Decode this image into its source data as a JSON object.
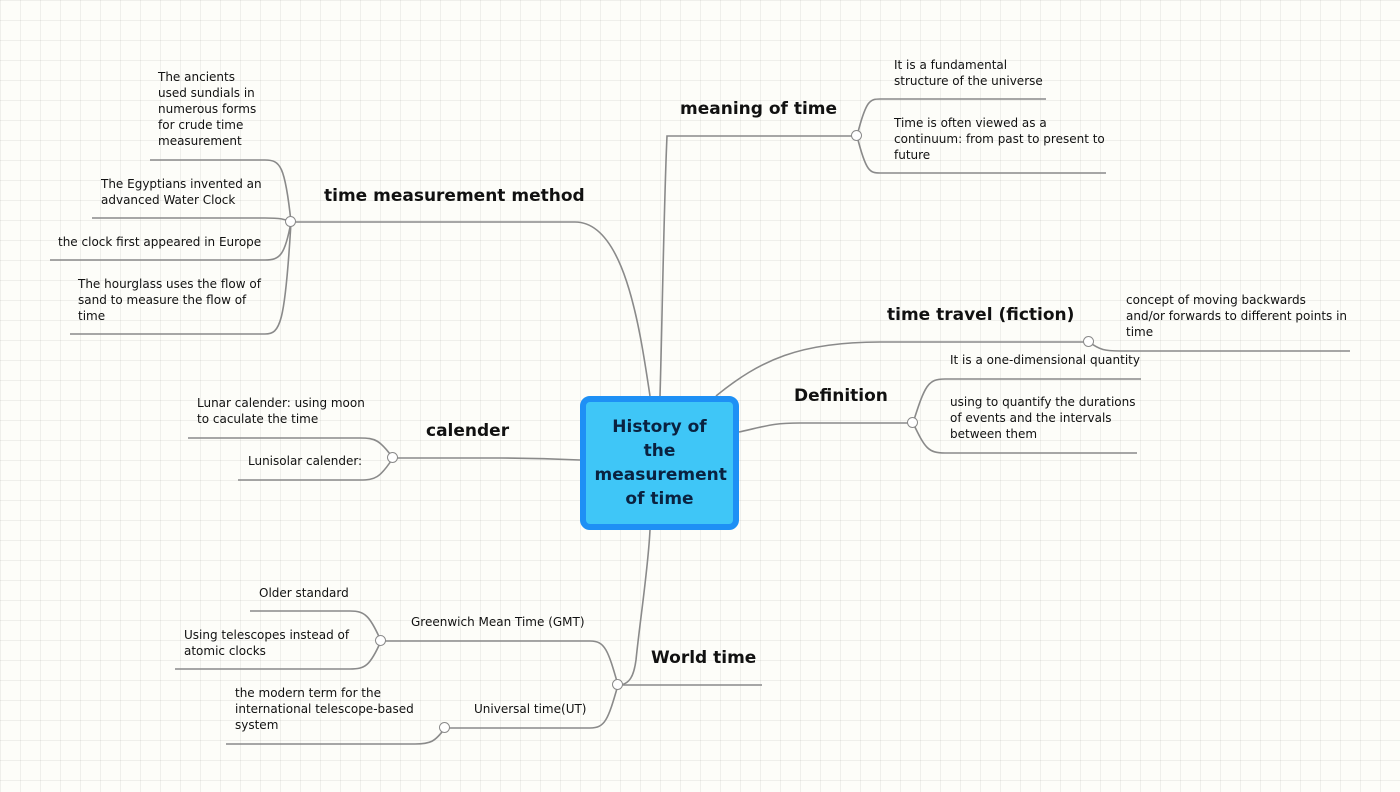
{
  "central": "History of the measurement of time",
  "colors": {
    "line": "#8a8a8a",
    "central_fill": "#3fc6f7",
    "central_border": "#1e90f5"
  },
  "branches": {
    "meaning": {
      "label": "meaning of time",
      "items": [
        "It is a fundamental\nstructure of the universe",
        "Time is often viewed as a\ncontinuum: from past to present to\nfuture"
      ]
    },
    "method": {
      "label": "time measurement method",
      "items": [
        "The ancients\nused sundials in\nnumerous forms\nfor crude time\nmeasurement",
        "The Egyptians invented an\nadvanced Water Clock",
        "the clock first appeared in Europe",
        "The hourglass uses the flow of\nsand to measure the flow of\ntime"
      ]
    },
    "travel": {
      "label": "time travel (fiction)",
      "items": [
        "concept of moving backwards\nand/or forwards to different points in\ntime"
      ]
    },
    "definition": {
      "label": "Definition",
      "items": [
        "It is a one-dimensional quantity",
        "using to quantify the durations\nof events and the intervals\nbetween them"
      ]
    },
    "calender": {
      "label": "calender",
      "items": [
        "Lunar calender: using moon\nto caculate the time",
        "Lunisolar calender:"
      ]
    },
    "world": {
      "label": "World time",
      "gmt": {
        "label": "Greenwich Mean Time (GMT)",
        "items": [
          "Older standard",
          "Using telescopes instead of\natomic clocks"
        ]
      },
      "ut": {
        "label": "Universal time(UT)",
        "items": [
          "the modern term for the\ninternational telescope-based\nsystem"
        ]
      }
    }
  }
}
